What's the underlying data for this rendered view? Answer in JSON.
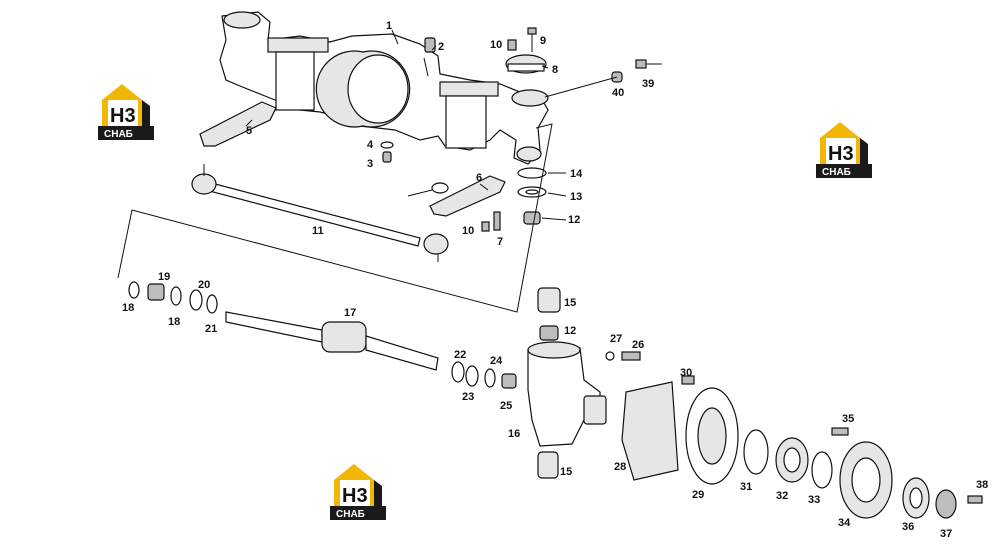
{
  "logo": {
    "mark": "H3",
    "caption": "СНАБ",
    "accent": "#f2b705",
    "dark": "#1a1a1a"
  },
  "callouts": {
    "c1": "1",
    "c2": "2",
    "c3": "3",
    "c4": "4",
    "c5": "5",
    "c6": "6",
    "c7": "7",
    "c8": "8",
    "c9": "9",
    "c10a": "10",
    "c10b": "10",
    "c11": "11",
    "c12a": "12",
    "c12b": "12",
    "c13": "13",
    "c14": "14",
    "c15a": "15",
    "c15b": "15",
    "c16": "16",
    "c17": "17",
    "c18a": "18",
    "c18b": "18",
    "c19": "19",
    "c20": "20",
    "c21": "21",
    "c22": "22",
    "c23": "23",
    "c24": "24",
    "c25": "25",
    "c26": "26",
    "c27": "27",
    "c28": "28",
    "c29": "29",
    "c30": "30",
    "c31": "31",
    "c32": "32",
    "c33": "33",
    "c34": "34",
    "c35": "35",
    "c36": "36",
    "c37": "37",
    "c38": "38",
    "c39": "39",
    "c40": "40"
  }
}
